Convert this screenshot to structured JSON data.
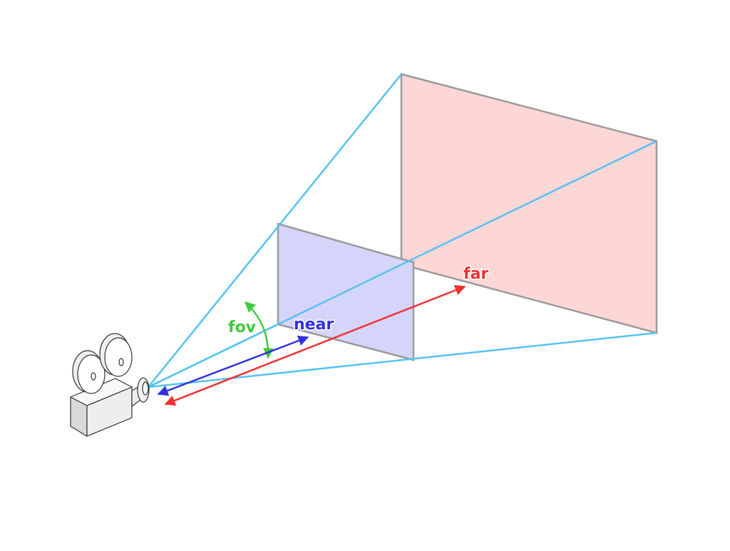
{
  "diagram": {
    "labels": {
      "fov": "fov",
      "near": "near",
      "far": "far"
    },
    "colors": {
      "frustum_edge": "#55c3f0",
      "near_plane_fill": "#d5d5fb",
      "far_plane_fill": "#fdd6d6",
      "plane_border": "#9a9a9a",
      "fov": "#3ecb3e",
      "near": "#3030e0",
      "far": "#f03030"
    },
    "icons": [
      "camera-icon"
    ]
  }
}
